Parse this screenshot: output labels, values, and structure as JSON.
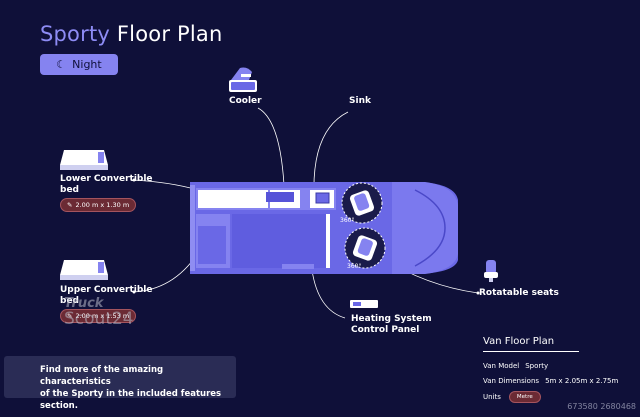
{
  "header": {
    "title_accent": "Sporty",
    "title_rest": "Floor Plan",
    "night_button": "Night"
  },
  "labels": {
    "cooler": "Cooler",
    "sink": "Sink",
    "lower_bed": [
      "Lower Convertible",
      "bed"
    ],
    "lower_bed_size": "2.00 m x 1.30 m",
    "upper_bed": [
      "Upper Convertible",
      "bed"
    ],
    "upper_bed_size": "2.00 m x 1.53 m",
    "heating": [
      "Heating System",
      "Control Panel"
    ],
    "seats": "Rotatable seats"
  },
  "seat_markers": [
    "360°",
    "360°"
  ],
  "info": [
    "Find more of the amazing characteristics",
    "of the Sporty in the included features section."
  ],
  "spec": {
    "title": "Van Floor Plan",
    "model_label": "Van Model",
    "model_value": "Sporty",
    "dims_label": "Van Dimensions",
    "dims_value": "5m x 2.05m x 2.75m",
    "units_label": "Units",
    "units_value": "Metre"
  },
  "watermark": [
    "Truck",
    "Scout24"
  ],
  "stock_id": "673580 2680468",
  "colors": {
    "background": "#0f1039",
    "accent": "#8583f0",
    "van_body": "#6a68e6",
    "chip": "#6b2a34"
  },
  "icons": [
    "moon-icon",
    "pencil-icon",
    "cooler-icon",
    "bed-icon",
    "seat-icon",
    "heating-panel-icon"
  ]
}
